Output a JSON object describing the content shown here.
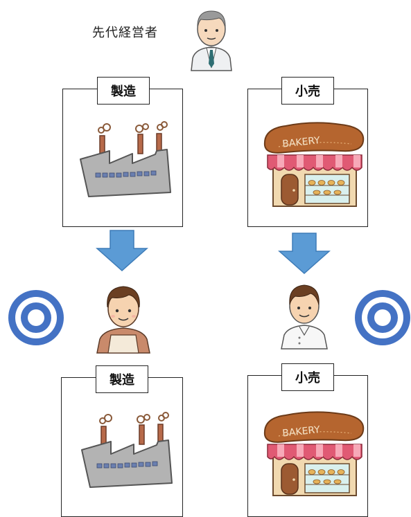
{
  "predecessor": {
    "label": "先代経営者"
  },
  "top_row": {
    "left": {
      "label": "製造",
      "icon": "factory-icon"
    },
    "right": {
      "label": "小売",
      "icon": "bakery-shop-icon",
      "sign_text": "BAKERY"
    }
  },
  "bottom_row": {
    "left": {
      "label": "製造",
      "icon": "factory-icon"
    },
    "right": {
      "label": "小売",
      "icon": "bakery-shop-icon",
      "sign_text": "BAKERY"
    }
  },
  "successors": {
    "left": {
      "icon": "worker-apron-icon",
      "mark": "double-circle-icon"
    },
    "right": {
      "icon": "baker-icon",
      "mark": "double-circle-icon"
    }
  },
  "colors": {
    "arrow": "#5b9bd5",
    "circle_mark": "#4472c4",
    "factory": "#b3b3b3",
    "awning": "#e05a74",
    "bread": "#b5652f"
  }
}
